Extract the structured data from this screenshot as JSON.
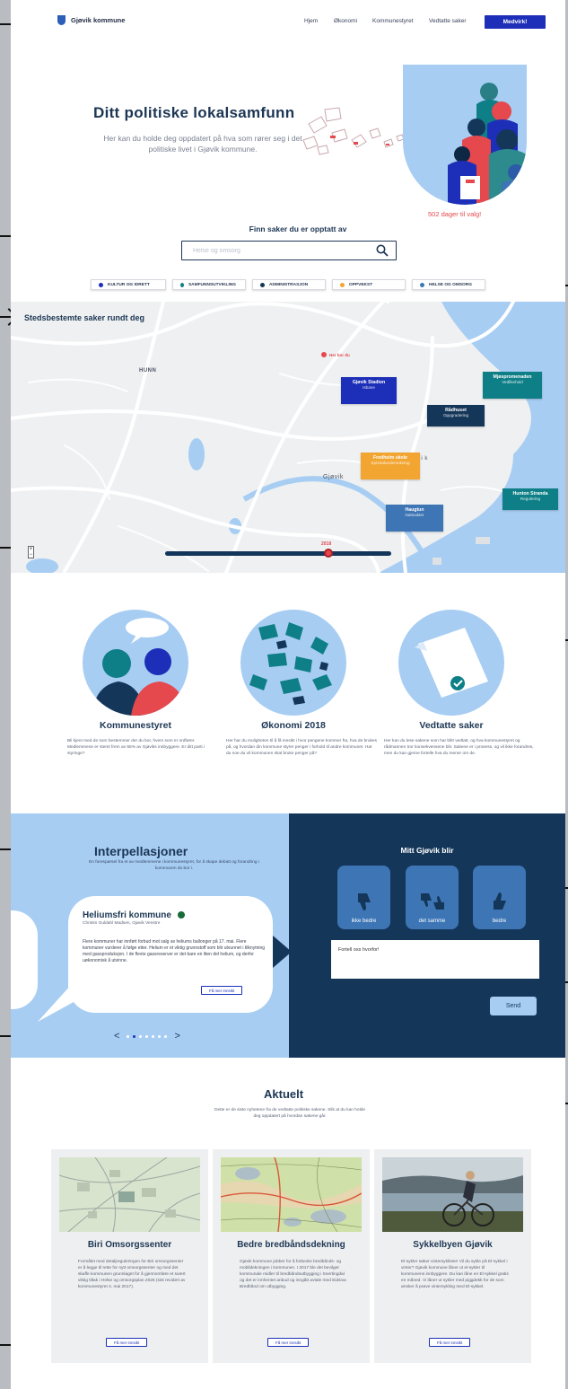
{
  "header": {
    "logo_text": "Gjøvik kommune",
    "nav": [
      "Hjem",
      "Økonomi",
      "Kommunestyret",
      "Vedtatte saker"
    ],
    "cta": "Medvirk!"
  },
  "hero": {
    "title": "Ditt politiske lokalsamfunn",
    "subtitle": "Her kan du holde deg oppdatert på hva som rører seg i det politiske livet i Gjøvik kommune.",
    "countdown": "502 dager til valg!"
  },
  "search": {
    "title": "Finn saker du er opptatt av",
    "placeholder": "Helse og omsorg"
  },
  "categories": [
    {
      "label": "KULTUR OG IDRETT",
      "color": "#1d2fb8"
    },
    {
      "label": "SAMFUNNSUTVIKLING",
      "color": "#0e7f86"
    },
    {
      "label": "ADMINISTRASJON",
      "color": "#143659"
    },
    {
      "label": "OPPVEKST",
      "color": "#f2a531"
    },
    {
      "label": "HELSE OG OMSORG",
      "color": "#3d75b5"
    }
  ],
  "map": {
    "title": "Stedsbestemte saker rundt deg",
    "here_label": "Her bor du",
    "place_hunn": "HUNN",
    "place_gjovik": "Gjøvik",
    "place_gjovik2": "G j ø v i k",
    "year": "2018",
    "zoom_in": "+",
    "zoom_out": "−",
    "pins": [
      {
        "title": "Gjøvik Stadion",
        "sub": "Isbane",
        "color": "#1d2fb8"
      },
      {
        "title": "Rådhuset",
        "sub": "Oppgradering",
        "color": "#143659"
      },
      {
        "title": "Mjøspromenaden",
        "sub": "Vedlikehold",
        "color": "#0e7f86"
      },
      {
        "title": "Fredheim skole",
        "sub": "Sprosalundersokning",
        "color": "#f2a531"
      },
      {
        "title": "Haugtun",
        "sub": "Nattvakter",
        "color": "#3d75b5"
      },
      {
        "title": "Hunton Stranda",
        "sub": "Regulering",
        "color": "#0e7f86"
      }
    ]
  },
  "features": [
    {
      "title": "Kommunestyret",
      "desc": "Bli kjent med de som bestemmer der du bor, hvem som er ordfører. Medlemmene er stemt frem av 55% av Gjøviks innbyggere. Er ditt parti i styringe?"
    },
    {
      "title": "Økonomi 2018",
      "desc": "Her har du muligheten til å få innsikt i hvor pengene kommer fra, hva de brukes på, og hvordan din kommune styrer penger i forhold til andre kommuner. Har du noe du vil kommunen skal bruke penger på?"
    },
    {
      "title": "Vedtatte saker",
      "desc": "Her kan du lese sakene som har blitt vedtatt, og hva kommunestyret og rådmannen tror konsekvensene blir. Sakene er i prosess, og vil ikke forandres, men du kan gjerne fortelle hva du mener om de."
    }
  ],
  "interp": {
    "title": "Interpellasjoner",
    "subtitle": "En forespørsel fra et av medlemmene i kommunestyret, for å skape debatt og forandring i kommunen du bor i.",
    "item_title": "Heliumsfri kommune",
    "item_author": "Christin Guldahl Madsen, Gjøvik Venstre",
    "item_body": "Flere kommuner har innført forbud mot salg av heliums ballonger på 17. mai. Flere kommuner vurderer å følge etter. Helium er et viktig grunnstoff som blir utvunnet i tilknytning med gassproduksjon. I de flexte gassreserver er det bare en liten del helium, og derfor uøkonomisk å utvinne.",
    "button": "Få mer innsikt",
    "prev": "<",
    "next": ">"
  },
  "mitt": {
    "title": "Mitt Gjøvik blir",
    "options": [
      "ikke bedre",
      "det samme",
      "bedre"
    ],
    "placeholder": "Fortell oss hvorfor!",
    "send": "Send"
  },
  "aktuelt": {
    "title": "Aktuelt",
    "subtitle": "Dette er de siste nyhetene fra de vedtatte politiske sakene. Slik at du kan holde deg oppdatert på hvordan sakene går.",
    "cards": [
      {
        "title": "Biri Omsorgssenter",
        "body": "Formålet med detaljreguleringen for Biri omsorgssenter er å legge til rette for nytt omsorgssenter og med det skaffe kommunen grunnlaget for å gjennomføre et svært viktig tiltak i Helse og omsorgsplan 2025 (sist revidert av kommunestyret 4. mai 2017).",
        "button": "Få mer innsikt"
      },
      {
        "title": "Bedre bredbåndsdekning",
        "body": "Gjøvik kommune jobber for å forbedre bredbånds- og mobildekningen i kommunen. I 2017 ble det bevilget kommunale midler til bredbåndsutbygging i Snertingdal og det er innhentet anbud og inngått avtale med Eidsiva Bredbånd om utbygging.",
        "button": "Få mer innsikt"
      },
      {
        "title": "Sykkelbyen Gjøvik",
        "body": "El-sykler søker vintersyklister! Vil du sykle på El-sykkel i vinter? Gjøvik kommune låner ut el-sykler til kommunens innbyggere. Du kan låne en El-sykkel gratis en måned. Vi låner ut sykler med piggdekk for de som ønsker å prøve vintersykling med El-sykkel.",
        "button": "Få mer innsikt"
      }
    ]
  }
}
